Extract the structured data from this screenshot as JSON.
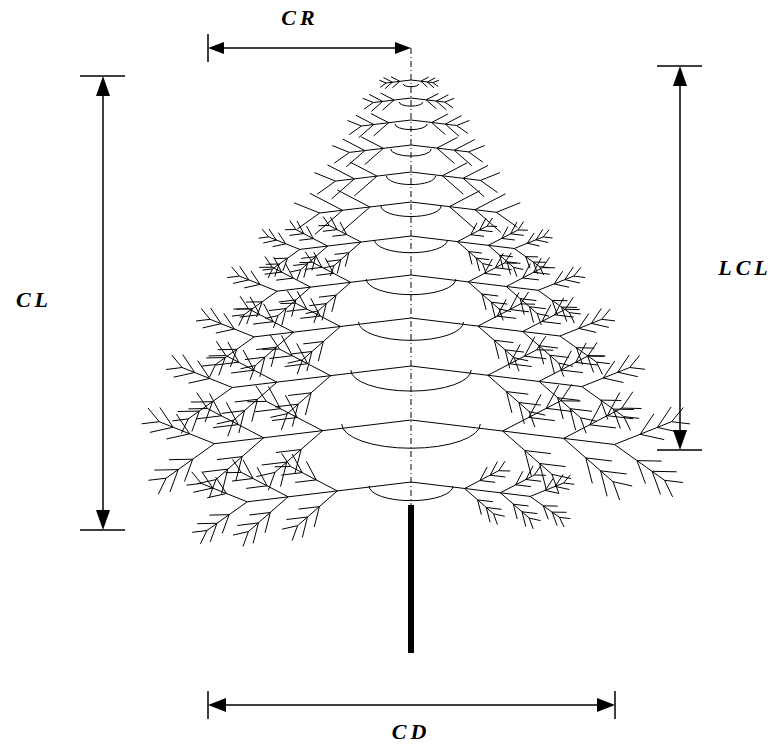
{
  "diagram": {
    "labels": [
      "CR",
      "CL",
      "LCL",
      "CD"
    ]
  }
}
